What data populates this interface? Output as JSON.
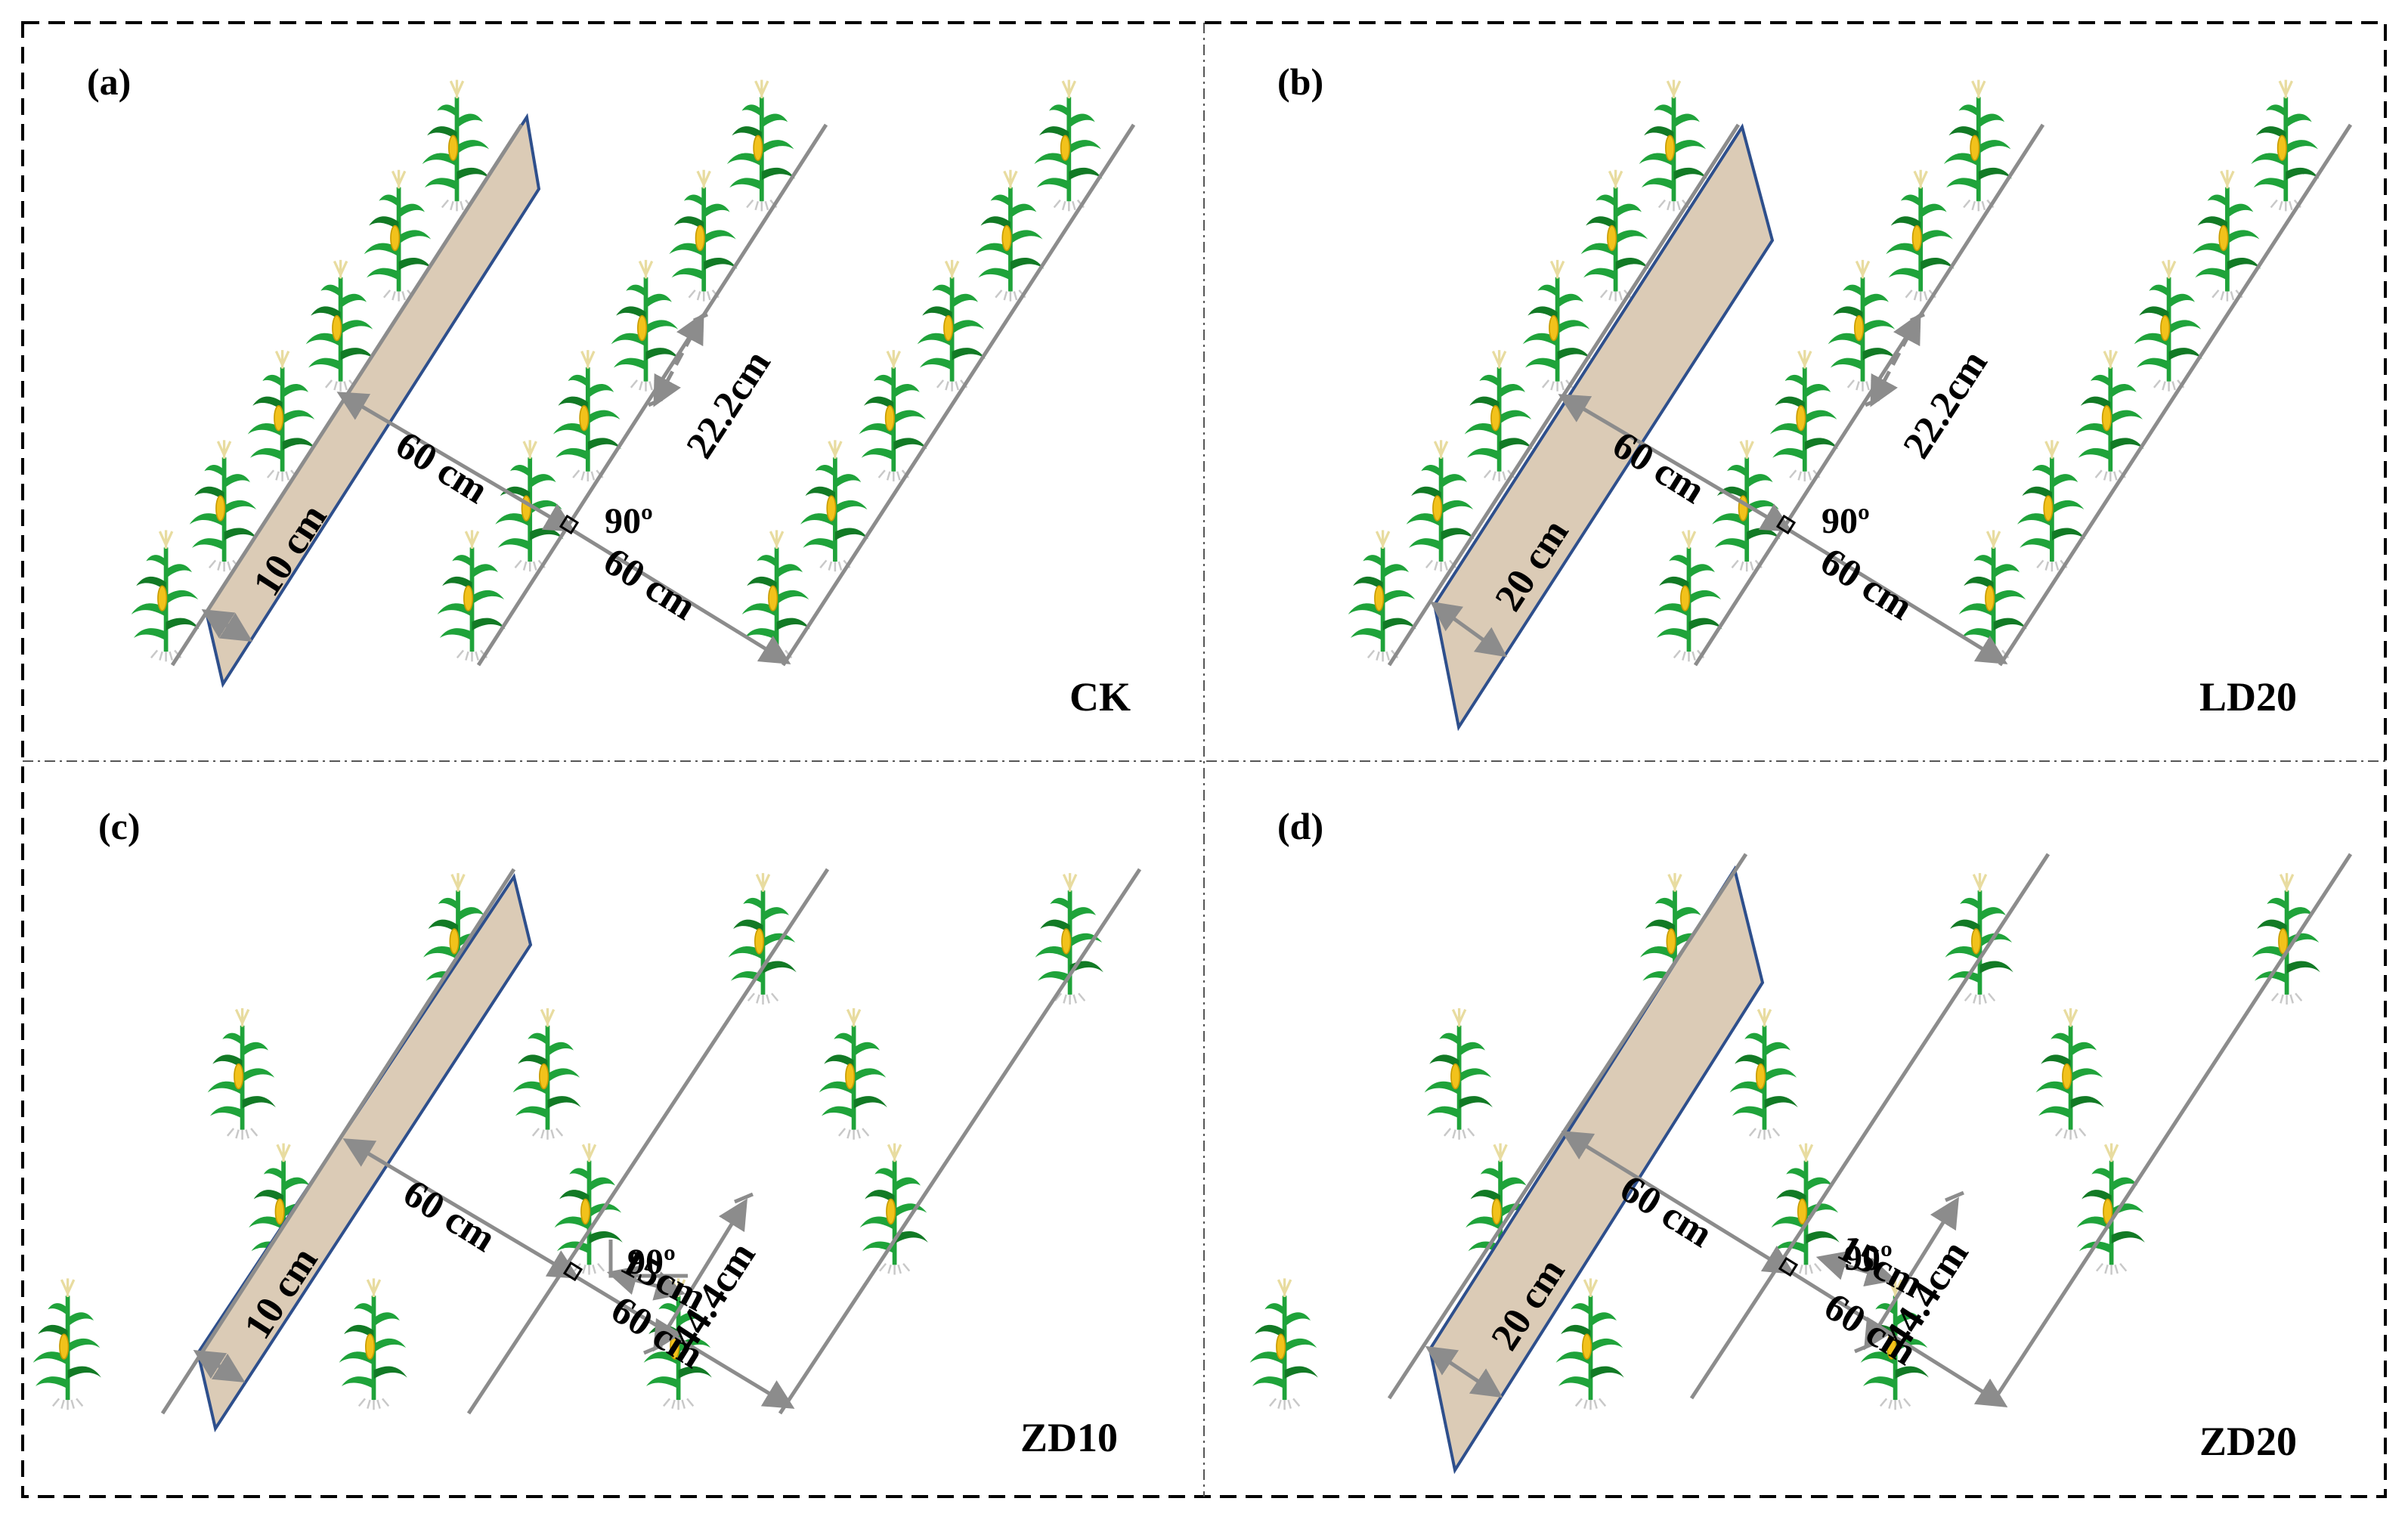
{
  "panels": [
    {
      "id": "a",
      "label": "(a)",
      "treatment": "CK",
      "strip_width": "10 cm",
      "row_spacing_1": "60 cm",
      "row_spacing_2": "60 cm",
      "angle": "90º",
      "plant_spacing": "22.2cm",
      "arrangement": "single"
    },
    {
      "id": "b",
      "label": "(b)",
      "treatment": "LD20",
      "strip_width": "20 cm",
      "row_spacing_1": "60 cm",
      "row_spacing_2": "60 cm",
      "angle": "90º",
      "plant_spacing": "22.2cm",
      "arrangement": "single"
    },
    {
      "id": "c",
      "label": "(c)",
      "treatment": "ZD10",
      "strip_width": "10 cm",
      "row_spacing_1": "60 cm",
      "row_spacing_2": "60 cm",
      "angle": "90º",
      "plant_offset": "15cm",
      "plant_spacing": "44.4cm",
      "arrangement": "zigzag"
    },
    {
      "id": "d",
      "label": "(d)",
      "treatment": "ZD20",
      "strip_width": "20 cm",
      "row_spacing_1": "60 cm",
      "row_spacing_2": "60 cm",
      "angle": "90º",
      "plant_offset": "15cm",
      "plant_spacing": "44.4cm",
      "arrangement": "zigzag"
    }
  ],
  "colors": {
    "row_line": "#8c8c8c",
    "strip_fill": "#dbcbb6",
    "strip_edge": "#2e4f8c",
    "dimension_arrow": "#8c8c8c",
    "frame": "#000000",
    "leaf": "#1fa33a",
    "leaf_dark": "#127a25",
    "tassel": "#f0e8b8",
    "ear": "#f2c21b",
    "root": "#c8c8c8"
  },
  "icons": {
    "plant": "maize-plant-icon"
  }
}
